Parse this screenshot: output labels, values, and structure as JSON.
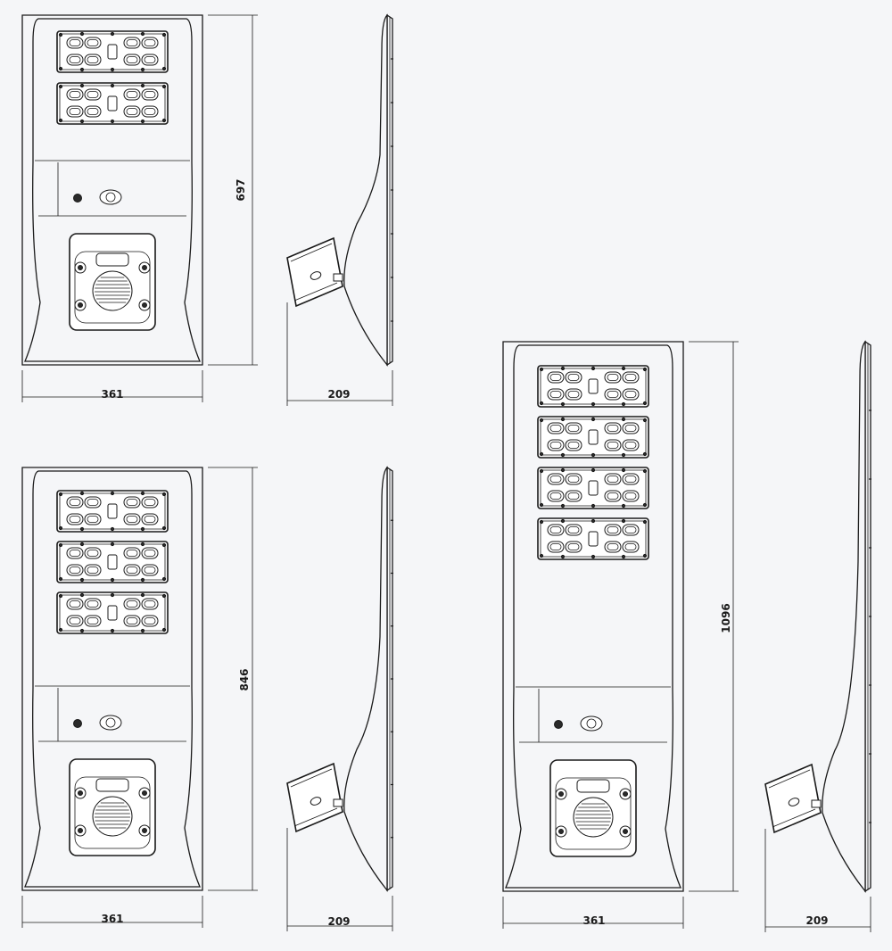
{
  "diagram": {
    "line_color": "#1a1a1a",
    "background": "#f5f6f8",
    "products": [
      {
        "id": "model-a",
        "led_modules": 2,
        "width_label": "361",
        "height_label": "697",
        "depth_label": "209"
      },
      {
        "id": "model-b",
        "led_modules": 3,
        "width_label": "361",
        "height_label": "846",
        "depth_label": "209"
      },
      {
        "id": "model-c",
        "led_modules": 4,
        "width_label": "361",
        "height_label": "1096",
        "depth_label": "209"
      }
    ]
  }
}
